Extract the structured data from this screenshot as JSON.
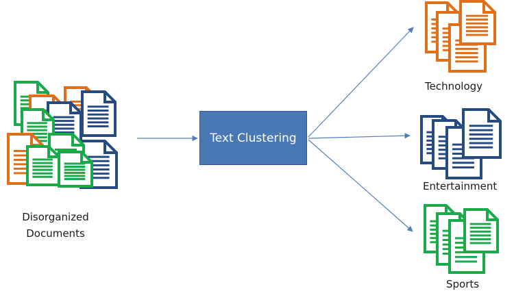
{
  "source": {
    "label_line1": "Disorganized",
    "label_line2": "Documents"
  },
  "process": {
    "label": "Text Clustering"
  },
  "clusters": [
    {
      "label": "Technology",
      "color": "#e06f1b"
    },
    {
      "label": "Entertainment",
      "color": "#264a82"
    },
    {
      "label": "Sports",
      "color": "#1aaa4a"
    }
  ],
  "colors": {
    "arrow": "#4f7fbf",
    "process_fill": "#4a78b7",
    "doc_orange": "#e06f1b",
    "doc_blue": "#264a82",
    "doc_green": "#1aaa4a"
  },
  "icons": {
    "document": "document-icon",
    "arrow": "arrow-icon"
  }
}
